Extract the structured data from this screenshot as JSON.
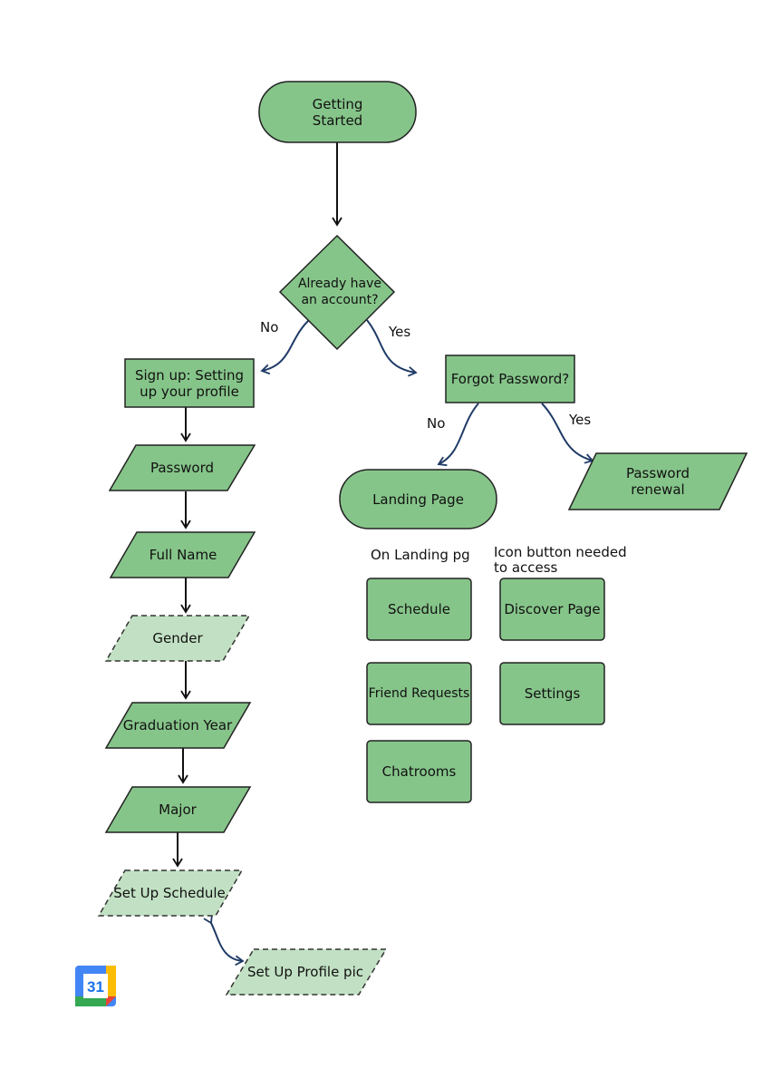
{
  "colors": {
    "fill": "#86c58a",
    "fill_light": "#c2e1c4",
    "stroke": "#222222",
    "arrow_black": "#111111",
    "arrow_blue": "#1f3a66"
  },
  "nodes": {
    "getting_started": "Getting\nStarted",
    "already_account": "Already have\nan account?",
    "sign_up": "Sign up: Setting\nup your profile",
    "password": "Password",
    "full_name": "Full Name",
    "gender": "Gender",
    "graduation_year": "Graduation Year",
    "major": "Major",
    "set_up_schedule": "Set Up Schedule",
    "set_up_profile_pic": "Set Up Profile pic",
    "forgot_password": "Forgot Password?",
    "landing_page": "Landing Page",
    "password_renewal": "Password\nrenewal",
    "schedule": "Schedule",
    "discover_page": "Discover Page",
    "friend_requests": "Friend Requests",
    "settings": "Settings",
    "chatrooms": "Chatrooms"
  },
  "edge_labels": {
    "no_1": "No",
    "yes_1": "Yes",
    "no_2": "No",
    "yes_2": "Yes"
  },
  "annotations": {
    "on_landing": "On Landing pg",
    "icon_button": "Icon button needed\nto access"
  },
  "calendar_icon": {
    "number": "31",
    "icon": "google-calendar-icon"
  }
}
